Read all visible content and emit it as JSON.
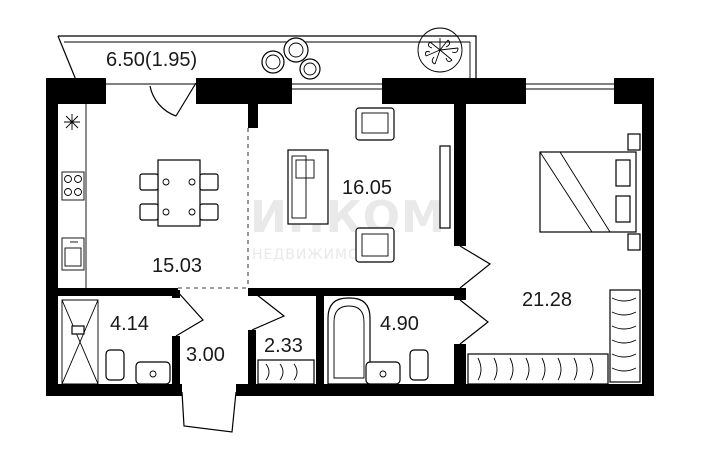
{
  "rooms": {
    "balcony": "6.50(1.95)",
    "kitchen": "15.03",
    "living": "16.05",
    "bedroom": "21.28",
    "bath_left": "4.14",
    "hall": "3.00",
    "wc": "2.33",
    "bath_right": "4.90"
  },
  "watermark": {
    "main": "ИНКОМ",
    "sub": "НЕДВИЖИМОСТЬ"
  },
  "icons": {
    "stove": "stove-icon",
    "fan": "exhaust-icon",
    "sink": "sink-icon"
  },
  "colors": {
    "wall": "#000000",
    "background": "#ffffff",
    "watermark": "#e9e9e9"
  }
}
